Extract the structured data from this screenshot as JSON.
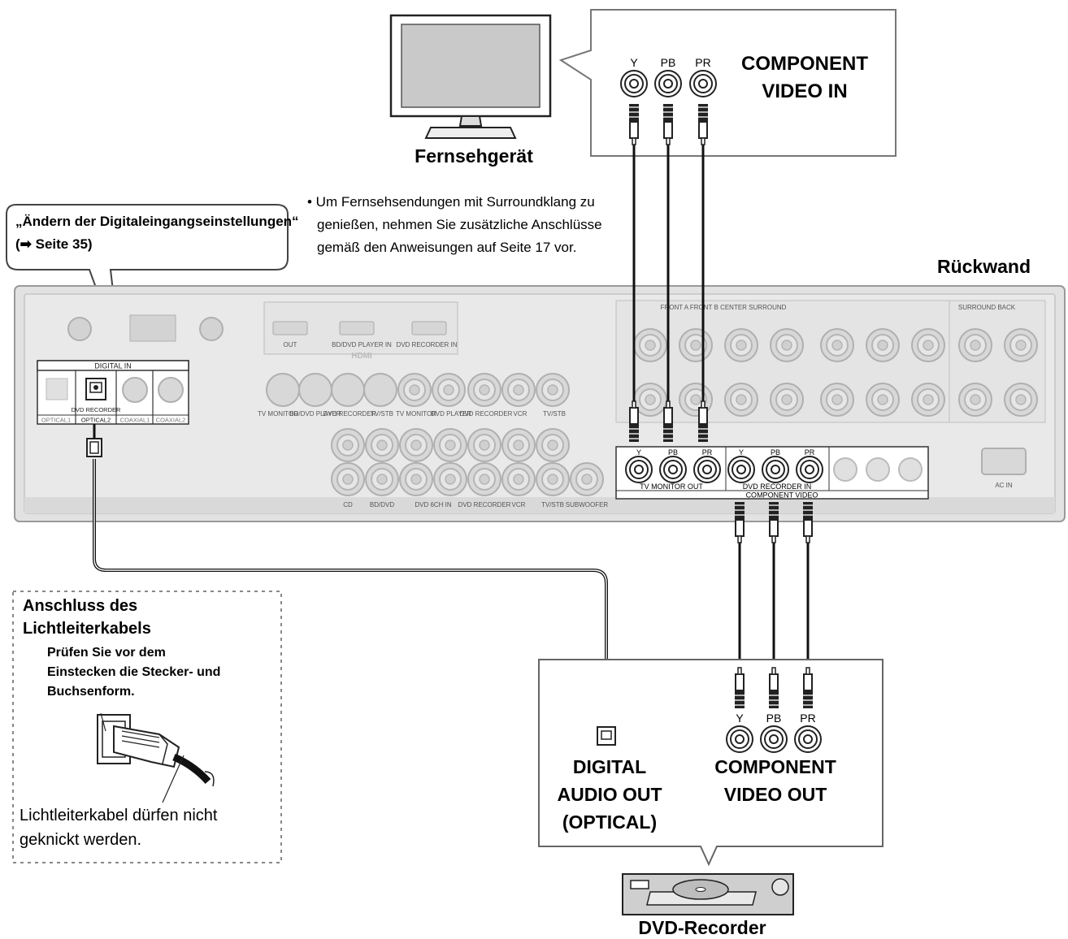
{
  "tv": {
    "caption": "Fernsehgerät"
  },
  "component_in": {
    "title_line1": "COMPONENT",
    "title_line2": "VIDEO IN",
    "jack_labels": [
      "Y",
      "PB",
      "PR"
    ]
  },
  "note": {
    "line1": "• Um Fernsehsendungen mit Surroundklang zu",
    "line2": "genießen, nehmen Sie zusätzliche Anschlüsse",
    "line3": "gemäß den Anweisungen auf Seite 17 vor."
  },
  "callout": {
    "line1": "„Ändern der Digitaleingangseinstellungen“",
    "line2": "(➡ Seite 35)"
  },
  "rear_panel": {
    "label": "Rückwand",
    "digital_in": "DIGITAL IN",
    "digital_in_ports": [
      "OPTICAL1",
      "OPTICAL2",
      "COAXIAL1",
      "COAXIAL2"
    ],
    "dvd_recorder_tag": "DVD RECORDER",
    "hdmi_ports": [
      "OUT",
      "BD/DVD PLAYER IN",
      "DVD RECORDER IN"
    ],
    "hdmi_logo": "HDMI",
    "component_labels": [
      "Y",
      "PB",
      "PR",
      "Y",
      "PB",
      "PR"
    ],
    "tv_monitor_out": "TV MONITOR OUT",
    "dvd_recorder_in": "DVD RECORDER IN",
    "component_video": "COMPONENT VIDEO",
    "front_label": "FRONT A  FRONT B  CENTER  SURROUND",
    "surround_back": "SURROUND BACK",
    "audio_labels": [
      "CD",
      "BD/DVD",
      "DVD 6CH IN",
      "DVD RECORDER",
      "VCR",
      "TV/STB",
      "SUBWOOFER"
    ],
    "video_labels": [
      "TV MONITOR",
      "BD/DVD PLAYER",
      "DVD RECORDER",
      "TV/STB",
      "TV MONITOR",
      "DVD PLAYER",
      "DVD RECORDER",
      "VCR",
      "TV/STB"
    ],
    "ac_in": "AC IN"
  },
  "optical_info": {
    "title_line1": "Anschluss des",
    "title_line2": "Lichtleiterkabels",
    "sub_line1": "Prüfen Sie vor dem",
    "sub_line2": "Einstecken die Stecker- und",
    "sub_line3": "Buchsenform.",
    "warn_line1": "Lichtleiterkabel dürfen nicht",
    "warn_line2": "geknickt werden."
  },
  "dvd_box": {
    "digital_line1": "DIGITAL",
    "digital_line2": "AUDIO OUT",
    "digital_line3": "(OPTICAL)",
    "component_line1": "COMPONENT",
    "component_line2": "VIDEO OUT",
    "jack_labels": [
      "Y",
      "PB",
      "PR"
    ]
  },
  "dvd": {
    "caption": "DVD-Recorder"
  }
}
